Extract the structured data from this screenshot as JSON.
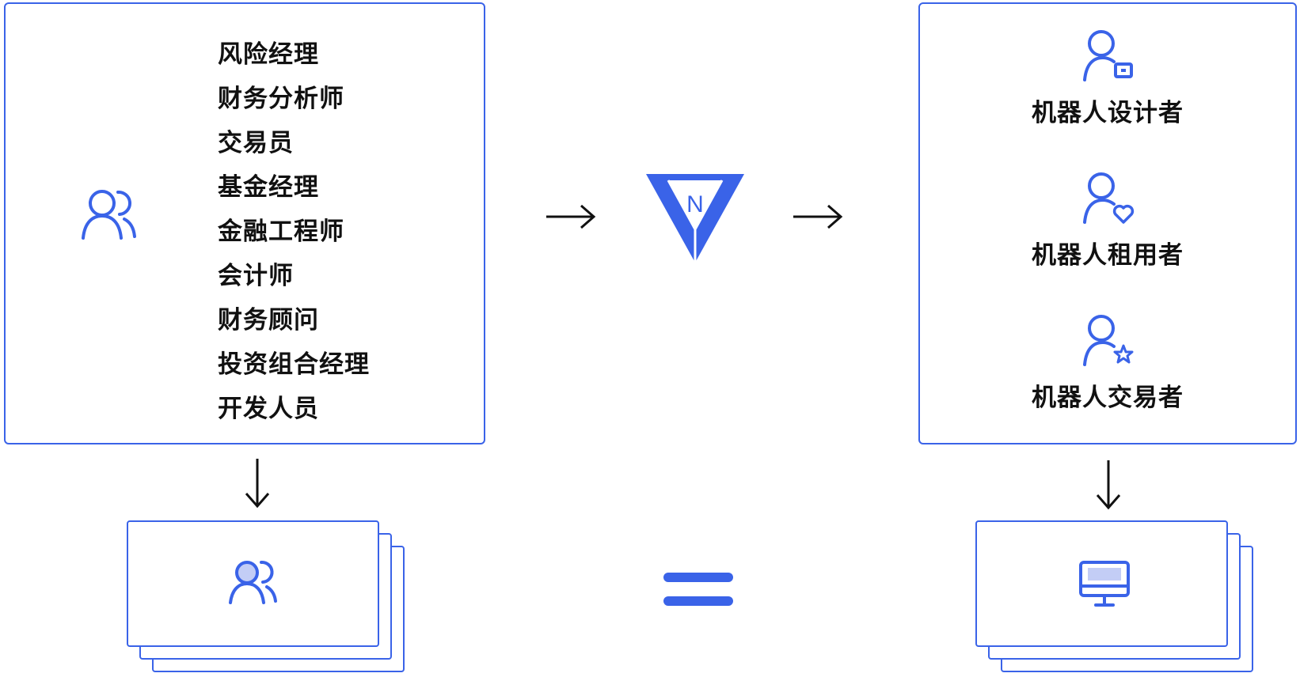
{
  "roles": [
    "风险经理",
    "财务分析师",
    "交易员",
    "基金经理",
    "金融工程师",
    "会计师",
    "财务顾问",
    "投资组合经理",
    "开发人员"
  ],
  "robot_roles": {
    "designer": "机器人设计者",
    "renter": "机器人租用者",
    "trader": "机器人交易者"
  },
  "logo": {
    "letter": "N"
  },
  "colors": {
    "accent": "#3a63e8",
    "accent_fill": "#c3cdf6",
    "text": "#111111"
  },
  "icons": {
    "users": "users-icon",
    "logo": "triangle-logo-icon",
    "designer": "user-badge-icon",
    "renter": "user-heart-icon",
    "trader": "user-star-icon",
    "monitor": "monitor-icon",
    "equals": "equals-icon"
  }
}
